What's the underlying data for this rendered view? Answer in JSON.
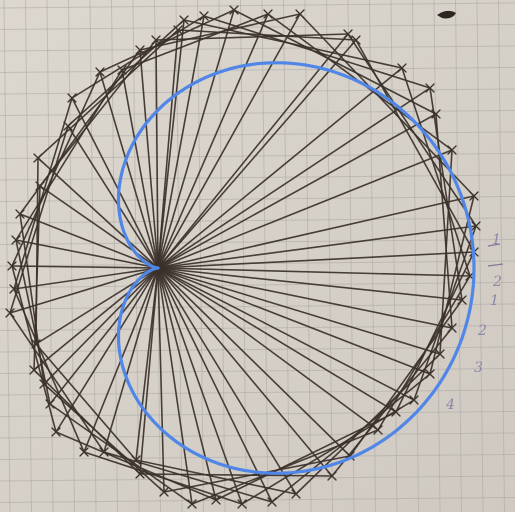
{
  "photo": {
    "subject": "hand-drawn-cardioid-string-art",
    "colors": {
      "paper": "#d9d4cc",
      "grid": "#a9a7a6",
      "pen": "#3b312b",
      "curve": "#4f86e8",
      "numbers": "#8a86a8"
    },
    "margin_numbers": [
      "1",
      "2",
      "1",
      "2",
      "3",
      "4"
    ]
  }
}
